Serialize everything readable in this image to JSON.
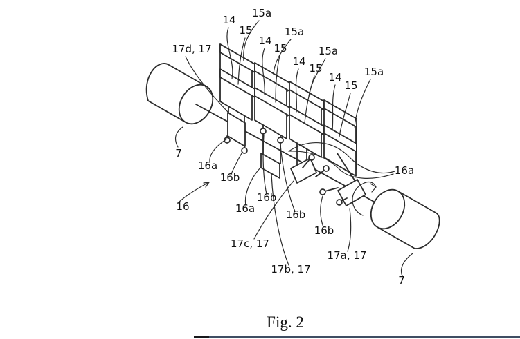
{
  "figure": {
    "type": "patent-line-drawing",
    "caption": "Fig. 2",
    "labels": [
      {
        "id": "ref-14-1",
        "text": "14"
      },
      {
        "id": "ref-15a-1",
        "text": "15a"
      },
      {
        "id": "ref-15-1",
        "text": "15"
      },
      {
        "id": "ref-14-2",
        "text": "14"
      },
      {
        "id": "ref-15a-2",
        "text": "15a"
      },
      {
        "id": "ref-15-2",
        "text": "15"
      },
      {
        "id": "ref-14-3",
        "text": "14"
      },
      {
        "id": "ref-15-3",
        "text": "15"
      },
      {
        "id": "ref-15a-3",
        "text": "15a"
      },
      {
        "id": "ref-14-4",
        "text": "14"
      },
      {
        "id": "ref-15-4",
        "text": "15"
      },
      {
        "id": "ref-15a-4",
        "text": "15a"
      },
      {
        "id": "ref-17d",
        "text": "17d, 17"
      },
      {
        "id": "ref-7-left",
        "text": "7"
      },
      {
        "id": "ref-16a-1",
        "text": "16a"
      },
      {
        "id": "ref-16b-1",
        "text": "16b"
      },
      {
        "id": "ref-16",
        "text": "16"
      },
      {
        "id": "ref-16a-2",
        "text": "16a"
      },
      {
        "id": "ref-16b-2",
        "text": "16b"
      },
      {
        "id": "ref-16b-3",
        "text": "16b"
      },
      {
        "id": "ref-16b-4",
        "text": "16b"
      },
      {
        "id": "ref-17c",
        "text": "17c, 17"
      },
      {
        "id": "ref-17b",
        "text": "17b, 17"
      },
      {
        "id": "ref-17a",
        "text": "17a, 17"
      },
      {
        "id": "ref-16a-3",
        "text": "16a"
      },
      {
        "id": "ref-7-right",
        "text": "7"
      }
    ]
  },
  "colors": {
    "line": "#2b2b2b",
    "label_text": "#111111",
    "bottom_rule": "#3f4e63",
    "background": "#ffffff"
  }
}
